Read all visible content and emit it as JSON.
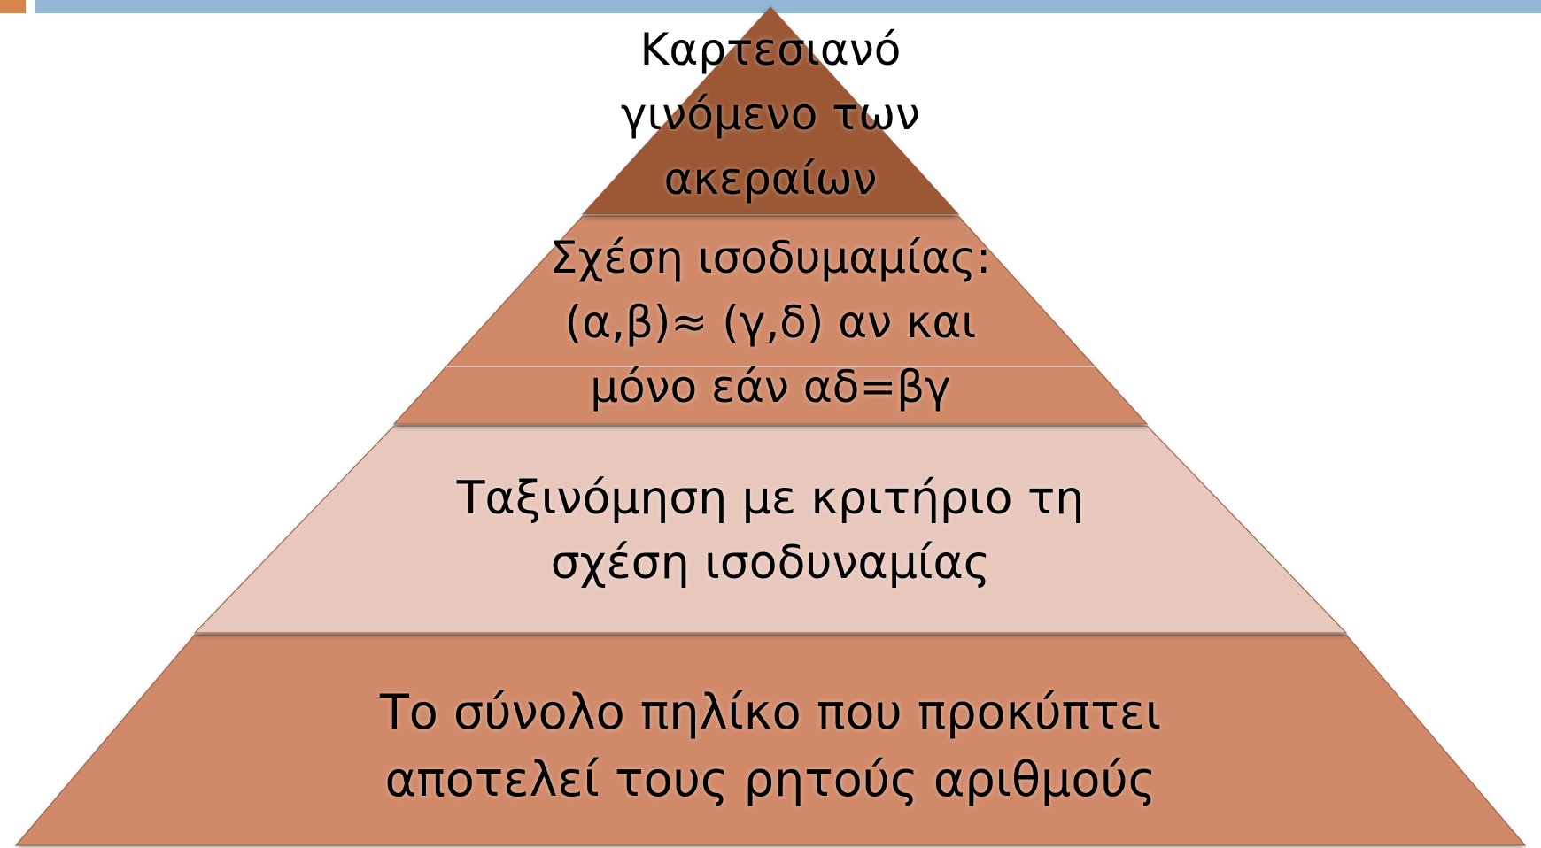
{
  "colors": {
    "header_bar": "#93b5d6",
    "accent_square": "#d5854e",
    "tier_top": "#9c5834",
    "tier_second": "#d08a6b",
    "tier_third": "#e8c8bc",
    "tier_bottom": "#d08a6b",
    "edge": "#8c5a40"
  },
  "pyramid": {
    "tiers": [
      {
        "text": "Καρτεσιανό\nγινόμενο των\nακεραίων"
      },
      {
        "text": "Σχέση ισοδυμαμίας:\n(α,β)≈ (γ,δ) αν και\nμόνο εάν αδ=βγ"
      },
      {
        "text": "Ταξινόμηση με κριτήριο τη\nσχέση ισοδυναμίας"
      },
      {
        "text": "Το σύνολο πηλίκο που προκύπτει\nαποτελεί τους ρητούς αριθμούς"
      }
    ]
  }
}
